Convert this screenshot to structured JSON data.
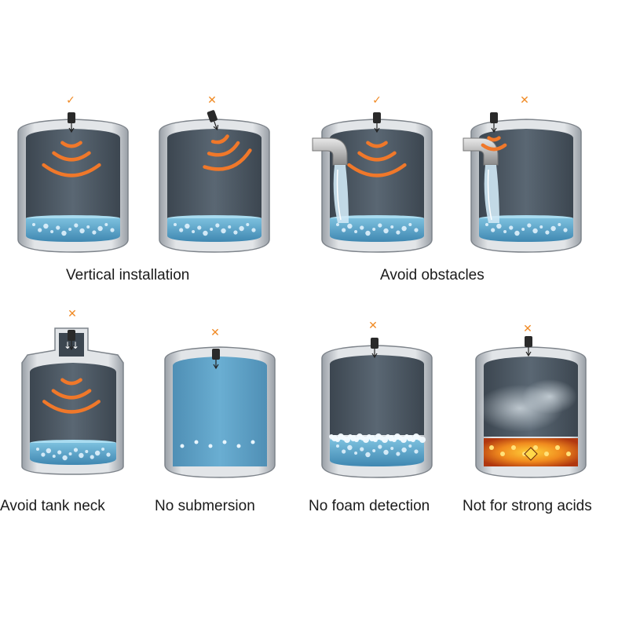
{
  "captions": {
    "vertical_installation": "Vertical installation",
    "avoid_obstacles": "Avoid obstacles",
    "avoid_tank_neck": "Avoid tank neck",
    "no_submersion": "No submersion",
    "no_foam_detection": "No foam detection",
    "not_for_strong_acids": "Not for strong acids"
  },
  "marks": {
    "correct": "✓",
    "wrong": "✕"
  },
  "colors": {
    "tank_frame": "#c9cdd2",
    "tank_interior": "#4d5a66",
    "liquid": "#5aa3c8",
    "wave": "#f0782a",
    "mark": "#f08a24",
    "sensor": "#2a2a2a",
    "fire": "#e8731a"
  }
}
